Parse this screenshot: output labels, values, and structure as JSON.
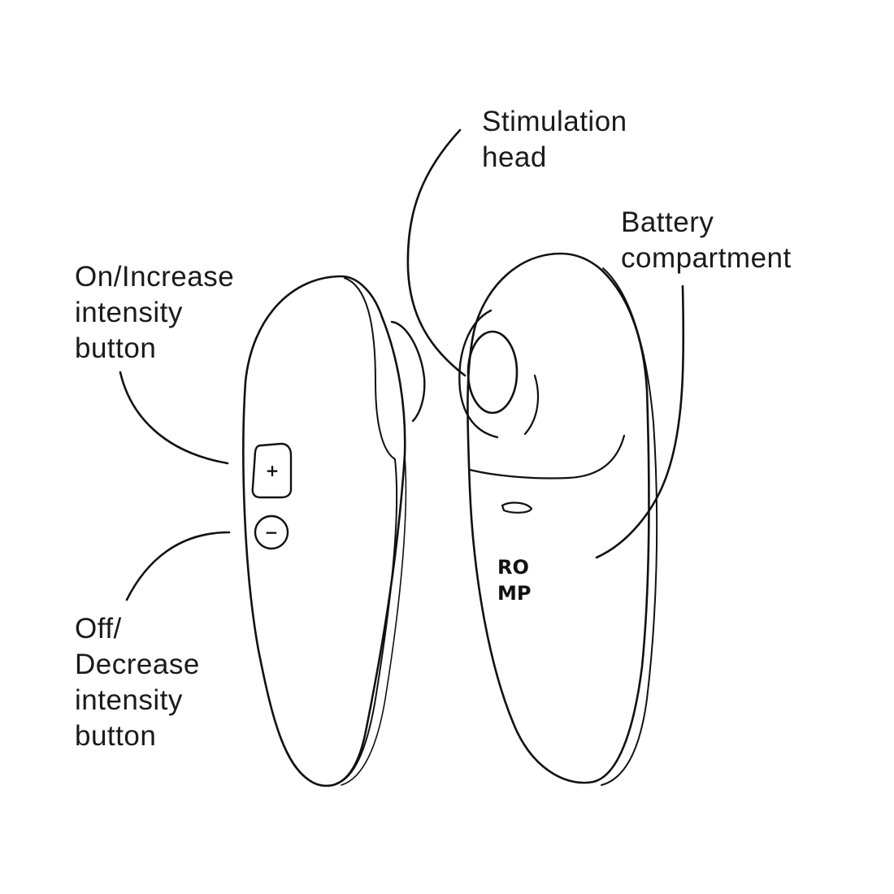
{
  "labels": {
    "stimulation_head": [
      "Stimulation",
      "head"
    ],
    "battery_compartment": [
      "Battery",
      "compartment"
    ],
    "on_increase": [
      "On/Increase",
      "intensity",
      "button"
    ],
    "off_decrease": [
      "Off/",
      "Decrease",
      "intensity",
      "button"
    ]
  },
  "device": {
    "brand_line1": "RO",
    "brand_line2": "MP",
    "plus_symbol": "+",
    "minus_symbol": "−"
  },
  "colors": {
    "line": "#111111",
    "background": "#ffffff"
  }
}
